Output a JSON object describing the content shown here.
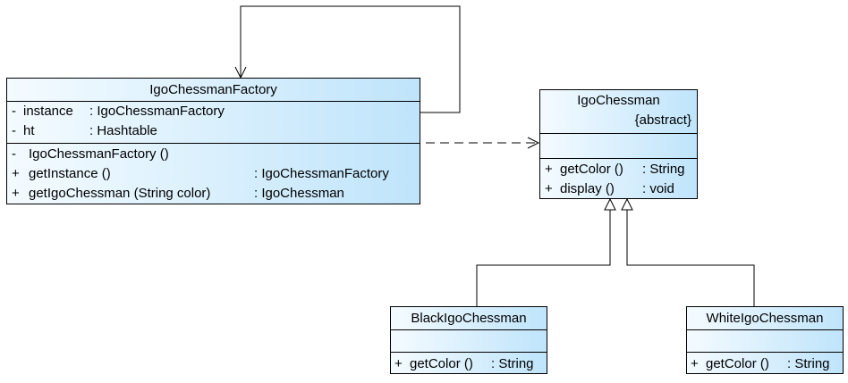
{
  "factory": {
    "name": "IgoChessmanFactory",
    "attributes": [
      {
        "vis": "-",
        "name": "instance",
        "type": ": IgoChessmanFactory"
      },
      {
        "vis": "-",
        "name": "ht",
        "type": ": Hashtable"
      }
    ],
    "operations": [
      {
        "vis": "-",
        "name": "IgoChessmanFactory ()",
        "type": ""
      },
      {
        "vis": "+",
        "name": "getInstance ()",
        "type": ": IgoChessmanFactory"
      },
      {
        "vis": "+",
        "name": "getIgoChessman (String color)",
        "type": ": IgoChessman"
      }
    ]
  },
  "chessman": {
    "name": "IgoChessman",
    "stereotype": "{abstract}",
    "operations": [
      {
        "vis": "+",
        "name": "getColor ()",
        "type": ": String"
      },
      {
        "vis": "+",
        "name": "display ()",
        "type": ": void"
      }
    ]
  },
  "black": {
    "name": "BlackIgoChessman",
    "operations": [
      {
        "vis": "+",
        "name": "getColor ()",
        "type": ": String"
      }
    ]
  },
  "white": {
    "name": "WhiteIgoChessman",
    "operations": [
      {
        "vis": "+",
        "name": "getColor ()",
        "type": ": String"
      }
    ]
  },
  "colors": {
    "box_gradient_start": "#f4fbff",
    "box_gradient_end": "#bfe4fb",
    "line": "#000000"
  }
}
